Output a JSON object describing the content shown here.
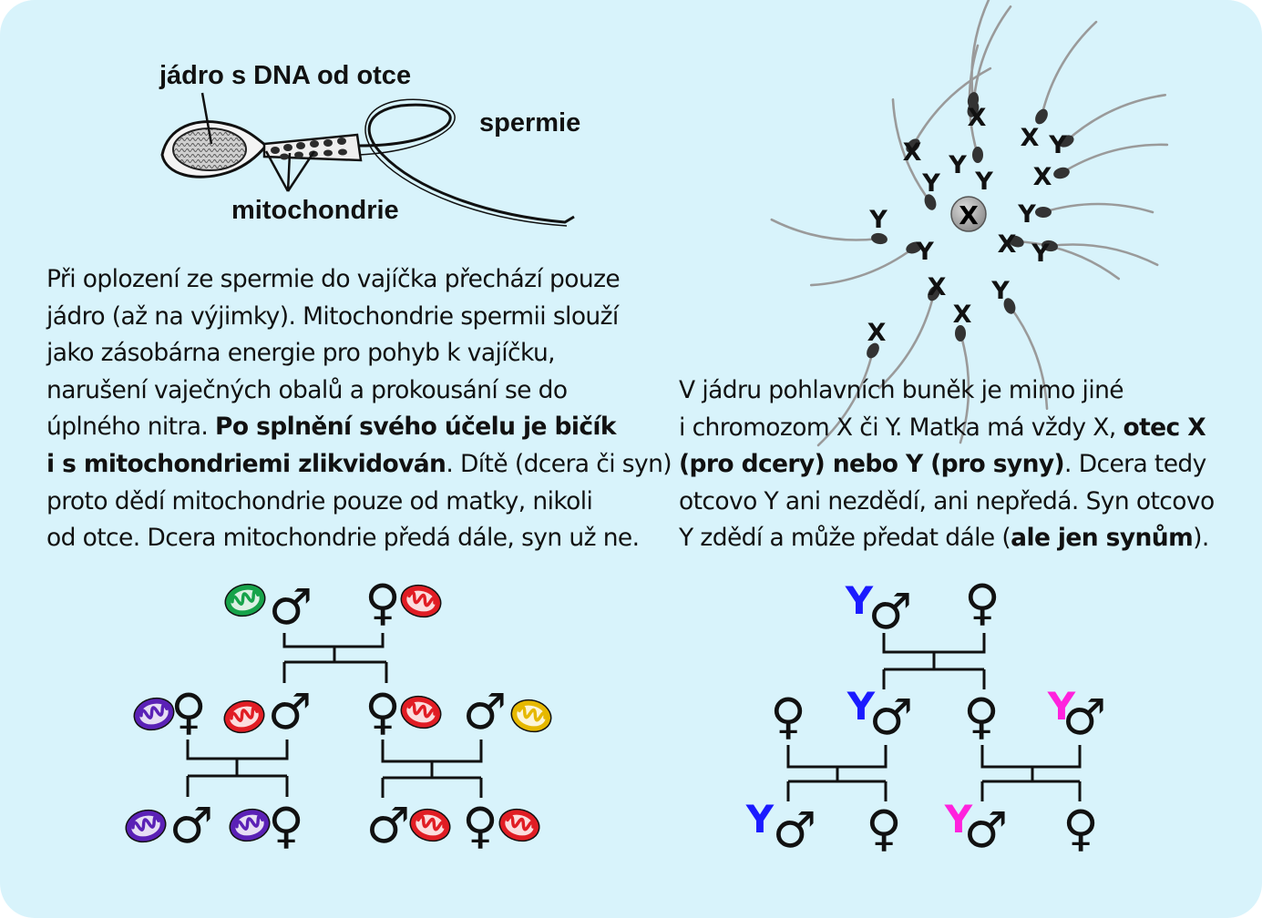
{
  "labels": {
    "nucleus": "jádro s DNA od otce",
    "sperm": "spermie",
    "mitochondria": "mitochondrie"
  },
  "left_paragraph": [
    [
      {
        "t": "Při oplození ze spermie do vajíčka přechází pouze",
        "b": false
      }
    ],
    [
      {
        "t": "jádro (až na výjimky). Mitochondrie spermii slouží",
        "b": false
      }
    ],
    [
      {
        "t": "jako zásobárna energie pro pohyb k vajíčku,",
        "b": false
      }
    ],
    [
      {
        "t": "narušení vaječných obalů a prokousání se do",
        "b": false
      }
    ],
    [
      {
        "t": "úplného nitra. ",
        "b": false
      },
      {
        "t": "Po splnění svého účelu je bičík",
        "b": true
      }
    ],
    [
      {
        "t": "i s mitochondriemi zlikvidován",
        "b": true
      },
      {
        "t": ". Dítě (dcera či syn)",
        "b": false
      }
    ],
    [
      {
        "t": "proto dědí mitochondrie pouze od matky, nikoli",
        "b": false
      }
    ],
    [
      {
        "t": "od otce. Dcera mitochondrie předá dále, syn už ne.",
        "b": false
      }
    ]
  ],
  "right_paragraph": [
    [
      {
        "t": "V jádru pohlavních buněk je mimo jiné",
        "b": false
      }
    ],
    [
      {
        "t": "i chromozom X či Y. Matka má vždy X, ",
        "b": false
      },
      {
        "t": "otec X",
        "b": true
      }
    ],
    [
      {
        "t": "(pro dcery) nebo Y (pro syny)",
        "b": true
      },
      {
        "t": ". Dcera tedy",
        "b": false
      }
    ],
    [
      {
        "t": "otcovo Y ani nezdědí, ani nepředá. Syn otcovo",
        "b": false
      }
    ],
    [
      {
        "t": "Y zdědí a může předat dále (",
        "b": false
      },
      {
        "t": "ale jen synům",
        "b": true
      },
      {
        "t": ").",
        "b": false
      }
    ]
  ],
  "chromosomes": {
    "egg": "X",
    "sperm": [
      "X",
      "Y",
      "Y",
      "Y",
      "X",
      "X",
      "Y",
      "X",
      "Y",
      "X",
      "Y",
      "Y",
      "Y",
      "X",
      "Y",
      "X",
      "X"
    ]
  },
  "symbols": {
    "male": "♂",
    "female": "♀",
    "y": "Y"
  },
  "colors": {
    "background": "#d8f3fb",
    "mito_green": "#16a34a",
    "mito_red": "#e11d24",
    "mito_purple": "#5b21b6",
    "mito_yellow": "#e6b800",
    "y_blue": "#1a1aff",
    "y_magenta": "#ff22dd"
  },
  "mito_pedigree": [
    {
      "sex": "male",
      "mito": "green"
    },
    {
      "sex": "female",
      "mito": "red"
    },
    {
      "sex": "female",
      "mito": "purple"
    },
    {
      "sex": "male",
      "mito": "red"
    },
    {
      "sex": "female",
      "mito": "red"
    },
    {
      "sex": "male",
      "mito": "yellow"
    },
    {
      "sex": "male",
      "mito": "purple"
    },
    {
      "sex": "female",
      "mito": "purple"
    },
    {
      "sex": "male",
      "mito": "red"
    },
    {
      "sex": "female",
      "mito": "red"
    }
  ],
  "y_pedigree": [
    {
      "sex": "male",
      "y": "blue"
    },
    {
      "sex": "female",
      "y": ""
    },
    {
      "sex": "female",
      "y": ""
    },
    {
      "sex": "male",
      "y": "blue"
    },
    {
      "sex": "female",
      "y": ""
    },
    {
      "sex": "male",
      "y": "magenta"
    },
    {
      "sex": "male",
      "y": "blue"
    },
    {
      "sex": "female",
      "y": ""
    },
    {
      "sex": "male",
      "y": "magenta"
    },
    {
      "sex": "female",
      "y": ""
    }
  ]
}
